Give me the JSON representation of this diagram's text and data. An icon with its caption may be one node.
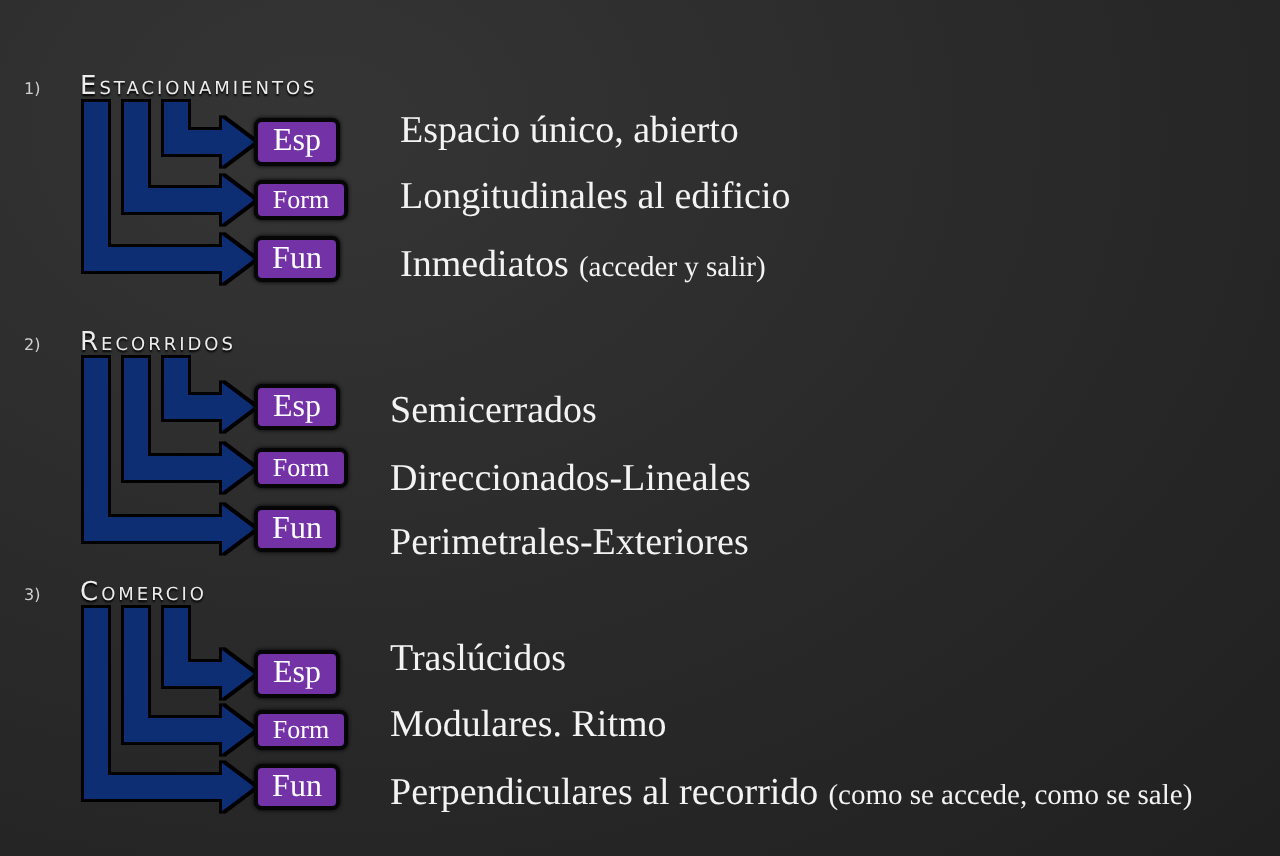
{
  "diagram": {
    "nodes": [
      {
        "text": [
          "Estacionamientos"
        ],
        "beside": [
          "1)"
        ]
      },
      {
        "text": [
          "Esp"
        ],
        "beside": [
          "Espacio único, abierto"
        ]
      },
      {
        "text": [
          "Form"
        ],
        "beside": [
          "Longitudinales al edificio"
        ]
      },
      {
        "text": [
          "Fun"
        ],
        "beside": [
          "Inmediatos",
          "(acceder y salir)"
        ]
      },
      {
        "text": [
          "Recorridos"
        ],
        "beside": [
          "2)"
        ]
      },
      {
        "text": [
          "Esp"
        ],
        "beside": [
          "Semicerrados"
        ]
      },
      {
        "text": [
          "Form"
        ],
        "beside": [
          "Direccionados-Lineales"
        ]
      },
      {
        "text": [
          "Fun"
        ],
        "beside": [
          "Perimetrales-Exteriores"
        ]
      },
      {
        "text": [
          "Comercio"
        ],
        "beside": [
          "3)"
        ]
      },
      {
        "text": [
          "Esp"
        ],
        "beside": [
          "Traslúcidos"
        ]
      },
      {
        "text": [
          "Form"
        ],
        "beside": [
          "Modulares. Ritmo"
        ]
      },
      {
        "text": [
          "Fun"
        ],
        "beside": [
          "Perpendiculares al recorrido",
          "(como se accede, como se sale)"
        ]
      }
    ],
    "edges": [
      {
        "from": 0,
        "to": 1,
        "arrow": "to"
      },
      {
        "from": 0,
        "to": 2,
        "arrow": "to"
      },
      {
        "from": 0,
        "to": 3,
        "arrow": "to"
      },
      {
        "from": 4,
        "to": 5,
        "arrow": "to"
      },
      {
        "from": 4,
        "to": 6,
        "arrow": "to"
      },
      {
        "from": 4,
        "to": 7,
        "arrow": "to"
      },
      {
        "from": 8,
        "to": 9,
        "arrow": "to"
      },
      {
        "from": 8,
        "to": 10,
        "arrow": "to"
      },
      {
        "from": 8,
        "to": 11,
        "arrow": "to"
      }
    ]
  }
}
